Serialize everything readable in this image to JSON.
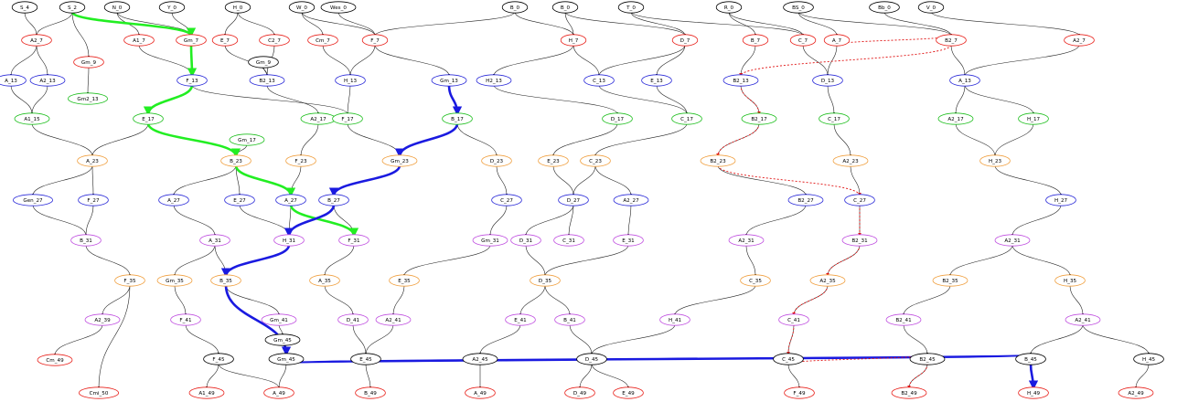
{
  "diagram": {
    "type": "directed-graph",
    "colors": {
      "node_default": "#000000",
      "node_red": "#e8201a",
      "node_blue": "#2a2ad8",
      "node_green": "#1fbf1f",
      "node_orange": "#f0a040",
      "node_violet": "#c050e0",
      "edge_default": "#222222",
      "highlight_green": "#22ee22",
      "highlight_blue": "#1a1ae0",
      "highlight_red_dotted": "#e01010"
    },
    "nodes": [
      {
        "id": "n1",
        "label": "S_4",
        "color": "node_default"
      },
      {
        "id": "n2",
        "label": "S_2",
        "color": "node_default"
      },
      {
        "id": "n3",
        "label": "N_0",
        "color": "node_default"
      },
      {
        "id": "n4",
        "label": "Y_0",
        "color": "node_default"
      },
      {
        "id": "n5",
        "label": "H_0",
        "color": "node_default"
      },
      {
        "id": "n6",
        "label": "W_0",
        "color": "node_default"
      },
      {
        "id": "n7",
        "label": "Wes_0",
        "color": "node_default"
      },
      {
        "id": "n8",
        "label": "B_0",
        "color": "node_default"
      },
      {
        "id": "n9",
        "label": "B_0",
        "color": "node_default"
      },
      {
        "id": "n10",
        "label": "T_0",
        "color": "node_default"
      },
      {
        "id": "n11",
        "label": "R_0",
        "color": "node_default"
      },
      {
        "id": "n12",
        "label": "BS_0",
        "color": "node_default"
      },
      {
        "id": "n13",
        "label": "Bb_0",
        "color": "node_default"
      },
      {
        "id": "n14",
        "label": "V_0",
        "color": "node_default"
      },
      {
        "id": "n15",
        "label": "A2_7",
        "color": "node_red"
      },
      {
        "id": "n16",
        "label": "A1_7",
        "color": "node_red"
      },
      {
        "id": "n17",
        "label": "Gm_7",
        "color": "node_red"
      },
      {
        "id": "n18",
        "label": "E_7",
        "color": "node_red"
      },
      {
        "id": "n19",
        "label": "C2_7",
        "color": "node_red"
      },
      {
        "id": "n20",
        "label": "Cm_7",
        "color": "node_red"
      },
      {
        "id": "n21",
        "label": "F_7",
        "color": "node_red"
      },
      {
        "id": "n22",
        "label": "H_7",
        "color": "node_red"
      },
      {
        "id": "n23",
        "label": "D_7",
        "color": "node_red"
      },
      {
        "id": "n24",
        "label": "B_7",
        "color": "node_red"
      },
      {
        "id": "n25",
        "label": "C_7",
        "color": "node_red"
      },
      {
        "id": "n26",
        "label": "A_7",
        "color": "node_red"
      },
      {
        "id": "n27",
        "label": "B2_7",
        "color": "node_red"
      },
      {
        "id": "n28",
        "label": "A2_7",
        "color": "node_red"
      },
      {
        "id": "n29",
        "label": "Gm_9",
        "color": "node_red"
      },
      {
        "id": "n30",
        "label": "Gm_9",
        "color": "node_default"
      },
      {
        "id": "n31",
        "label": "A_13",
        "color": "node_blue"
      },
      {
        "id": "n32",
        "label": "A2_13",
        "color": "node_blue"
      },
      {
        "id": "n33",
        "label": "F_13",
        "color": "node_blue"
      },
      {
        "id": "n34",
        "label": "B2_13",
        "color": "node_blue"
      },
      {
        "id": "n35",
        "label": "H_13",
        "color": "node_blue"
      },
      {
        "id": "n36",
        "label": "Gm_13",
        "color": "node_blue"
      },
      {
        "id": "n37",
        "label": "H2_13",
        "color": "node_blue"
      },
      {
        "id": "n38",
        "label": "C_13",
        "color": "node_blue"
      },
      {
        "id": "n39",
        "label": "E_13",
        "color": "node_blue"
      },
      {
        "id": "n40",
        "label": "B2_13",
        "color": "node_blue"
      },
      {
        "id": "n41",
        "label": "D_13",
        "color": "node_blue"
      },
      {
        "id": "n42",
        "label": "A_13",
        "color": "node_blue"
      },
      {
        "id": "n43",
        "label": "Gm2_13",
        "color": "node_green"
      },
      {
        "id": "n44",
        "label": "A1_15",
        "color": "node_green"
      },
      {
        "id": "n45",
        "label": "E_17",
        "color": "node_green"
      },
      {
        "id": "n46",
        "label": "A2_17",
        "color": "node_green"
      },
      {
        "id": "n47",
        "label": "F_17",
        "color": "node_green"
      },
      {
        "id": "n48",
        "label": "B_17",
        "color": "node_green"
      },
      {
        "id": "n49",
        "label": "D_17",
        "color": "node_green"
      },
      {
        "id": "n50",
        "label": "C_17",
        "color": "node_green"
      },
      {
        "id": "n51",
        "label": "B2_17",
        "color": "node_green"
      },
      {
        "id": "n52",
        "label": "C_17",
        "color": "node_green"
      },
      {
        "id": "n53",
        "label": "A2_17",
        "color": "node_green"
      },
      {
        "id": "n54",
        "label": "H_17",
        "color": "node_green"
      },
      {
        "id": "n55",
        "label": "Gm_17",
        "color": "node_green"
      },
      {
        "id": "n56",
        "label": "A_23",
        "color": "node_orange"
      },
      {
        "id": "n57",
        "label": "B_23",
        "color": "node_orange"
      },
      {
        "id": "n58",
        "label": "F_23",
        "color": "node_orange"
      },
      {
        "id": "n59",
        "label": "Gm_23",
        "color": "node_orange"
      },
      {
        "id": "n60",
        "label": "D_23",
        "color": "node_orange"
      },
      {
        "id": "n61",
        "label": "E_23",
        "color": "node_orange"
      },
      {
        "id": "n62",
        "label": "C_23",
        "color": "node_orange"
      },
      {
        "id": "n63",
        "label": "B2_23",
        "color": "node_orange"
      },
      {
        "id": "n64",
        "label": "A2_23",
        "color": "node_orange"
      },
      {
        "id": "n65",
        "label": "H_23",
        "color": "node_orange"
      },
      {
        "id": "n66",
        "label": "Gen_27",
        "color": "node_blue"
      },
      {
        "id": "n67",
        "label": "F_27",
        "color": "node_blue"
      },
      {
        "id": "n68",
        "label": "A_27",
        "color": "node_blue"
      },
      {
        "id": "n69",
        "label": "E_27",
        "color": "node_blue"
      },
      {
        "id": "n70",
        "label": "A_27",
        "color": "node_blue"
      },
      {
        "id": "n71",
        "label": "B_27",
        "color": "node_blue"
      },
      {
        "id": "n72",
        "label": "C_27",
        "color": "node_blue"
      },
      {
        "id": "n73",
        "label": "D_27",
        "color": "node_blue"
      },
      {
        "id": "n74",
        "label": "A2_27",
        "color": "node_blue"
      },
      {
        "id": "n75",
        "label": "B2_27",
        "color": "node_blue"
      },
      {
        "id": "n76",
        "label": "C_27",
        "color": "node_blue"
      },
      {
        "id": "n77",
        "label": "H_27",
        "color": "node_blue"
      },
      {
        "id": "n78",
        "label": "B_31",
        "color": "node_violet"
      },
      {
        "id": "n79",
        "label": "A_31",
        "color": "node_violet"
      },
      {
        "id": "n80",
        "label": "H_31",
        "color": "node_violet"
      },
      {
        "id": "n81",
        "label": "F_31",
        "color": "node_violet"
      },
      {
        "id": "n82",
        "label": "Gm_31",
        "color": "node_violet"
      },
      {
        "id": "n83",
        "label": "D_31",
        "color": "node_violet"
      },
      {
        "id": "n84",
        "label": "C_31",
        "color": "node_violet"
      },
      {
        "id": "n85",
        "label": "E_31",
        "color": "node_violet"
      },
      {
        "id": "n86",
        "label": "A2_31",
        "color": "node_violet"
      },
      {
        "id": "n87",
        "label": "B2_31",
        "color": "node_violet"
      },
      {
        "id": "n88",
        "label": "A2_31",
        "color": "node_violet"
      },
      {
        "id": "n89",
        "label": "F_35",
        "color": "node_orange"
      },
      {
        "id": "n90",
        "label": "Gm_35",
        "color": "node_orange"
      },
      {
        "id": "n91",
        "label": "B_35",
        "color": "node_orange"
      },
      {
        "id": "n92",
        "label": "A_35",
        "color": "node_orange"
      },
      {
        "id": "n93",
        "label": "E_35",
        "color": "node_orange"
      },
      {
        "id": "n94",
        "label": "D_35",
        "color": "node_orange"
      },
      {
        "id": "n95",
        "label": "C_35",
        "color": "node_orange"
      },
      {
        "id": "n96",
        "label": "A2_35",
        "color": "node_orange"
      },
      {
        "id": "n97",
        "label": "B2_35",
        "color": "node_orange"
      },
      {
        "id": "n98",
        "label": "H_35",
        "color": "node_orange"
      },
      {
        "id": "n99",
        "label": "A2_39",
        "color": "node_violet"
      },
      {
        "id": "n100",
        "label": "F_41",
        "color": "node_violet"
      },
      {
        "id": "n101",
        "label": "Gm_41",
        "color": "node_violet"
      },
      {
        "id": "n102",
        "label": "D_41",
        "color": "node_violet"
      },
      {
        "id": "n103",
        "label": "A2_41",
        "color": "node_violet"
      },
      {
        "id": "n104",
        "label": "E_41",
        "color": "node_violet"
      },
      {
        "id": "n105",
        "label": "B_41",
        "color": "node_violet"
      },
      {
        "id": "n106",
        "label": "H_41",
        "color": "node_violet"
      },
      {
        "id": "n107",
        "label": "C_41",
        "color": "node_violet"
      },
      {
        "id": "n108",
        "label": "B2_41",
        "color": "node_violet"
      },
      {
        "id": "n109",
        "label": "A2_41",
        "color": "node_violet"
      },
      {
        "id": "n110",
        "label": "Gm_45",
        "color": "node_default"
      },
      {
        "id": "n111",
        "label": "F_45",
        "color": "node_default"
      },
      {
        "id": "n112",
        "label": "Gm_45",
        "color": "node_default"
      },
      {
        "id": "n113",
        "label": "E_45",
        "color": "node_default"
      },
      {
        "id": "n114",
        "label": "A2_45",
        "color": "node_default"
      },
      {
        "id": "n115",
        "label": "D_45",
        "color": "node_default"
      },
      {
        "id": "n116",
        "label": "C_45",
        "color": "node_default"
      },
      {
        "id": "n117",
        "label": "B2_45",
        "color": "node_default"
      },
      {
        "id": "n118",
        "label": "B_45",
        "color": "node_default"
      },
      {
        "id": "n119",
        "label": "H_45",
        "color": "node_default"
      },
      {
        "id": "n120",
        "label": "Cm_49",
        "color": "node_red"
      },
      {
        "id": "n121",
        "label": "A1_49",
        "color": "node_red"
      },
      {
        "id": "n122",
        "label": "A_49",
        "color": "node_red"
      },
      {
        "id": "n123",
        "label": "B_49",
        "color": "node_red"
      },
      {
        "id": "n124",
        "label": "A_49",
        "color": "node_red"
      },
      {
        "id": "n125",
        "label": "D_49",
        "color": "node_red"
      },
      {
        "id": "n126",
        "label": "E_49",
        "color": "node_red"
      },
      {
        "id": "n127",
        "label": "F_49",
        "color": "node_red"
      },
      {
        "id": "n128",
        "label": "B2_49",
        "color": "node_red"
      },
      {
        "id": "n129",
        "label": "H_49",
        "color": "node_red"
      },
      {
        "id": "n130",
        "label": "A2_49",
        "color": "node_red"
      },
      {
        "id": "n131",
        "label": "Cmi_50",
        "color": "node_red"
      }
    ]
  }
}
